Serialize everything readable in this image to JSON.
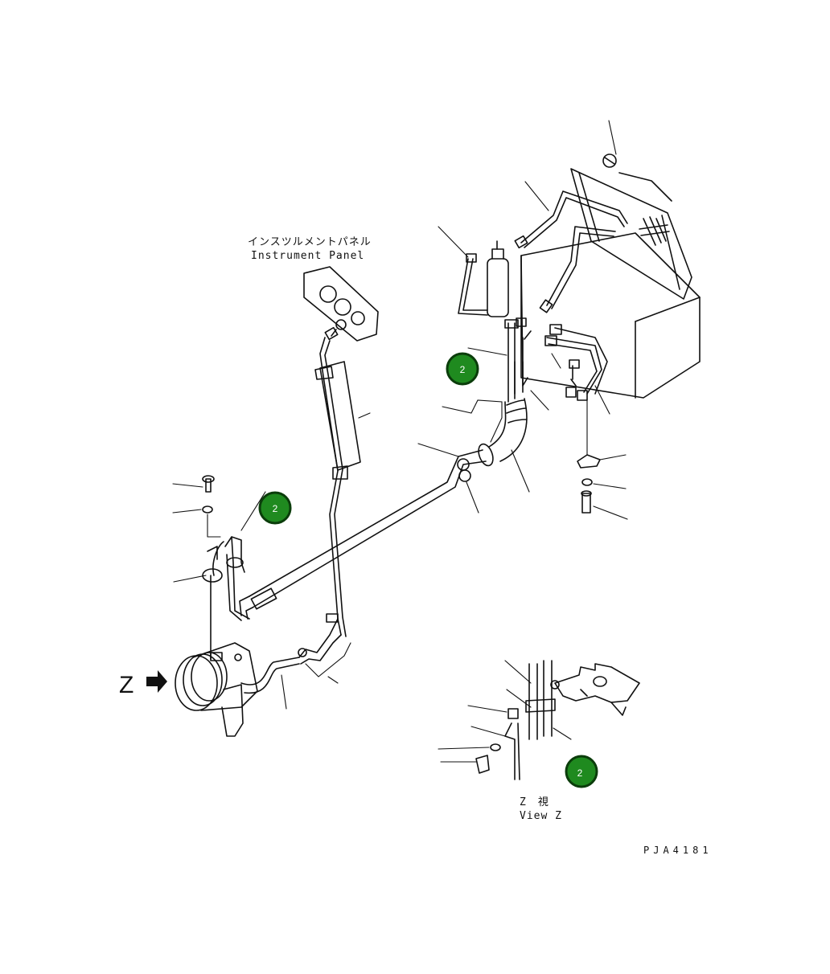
{
  "labels": {
    "instrument_panel_jp": "インスツルメントパネル",
    "instrument_panel_en": "Instrument Panel",
    "view_arrow": "Z",
    "view_z_jp": "Z　視",
    "view_z_en": "View Z",
    "drawing_code": "PJA4181"
  },
  "callouts": [
    {
      "id": "callout-1",
      "text": "2"
    },
    {
      "id": "callout-2",
      "text": "2"
    },
    {
      "id": "callout-3",
      "text": "2"
    }
  ],
  "colors": {
    "callout_fill": "#1f8a1f",
    "callout_stroke": "#0b3d0b",
    "line": "#111111"
  }
}
